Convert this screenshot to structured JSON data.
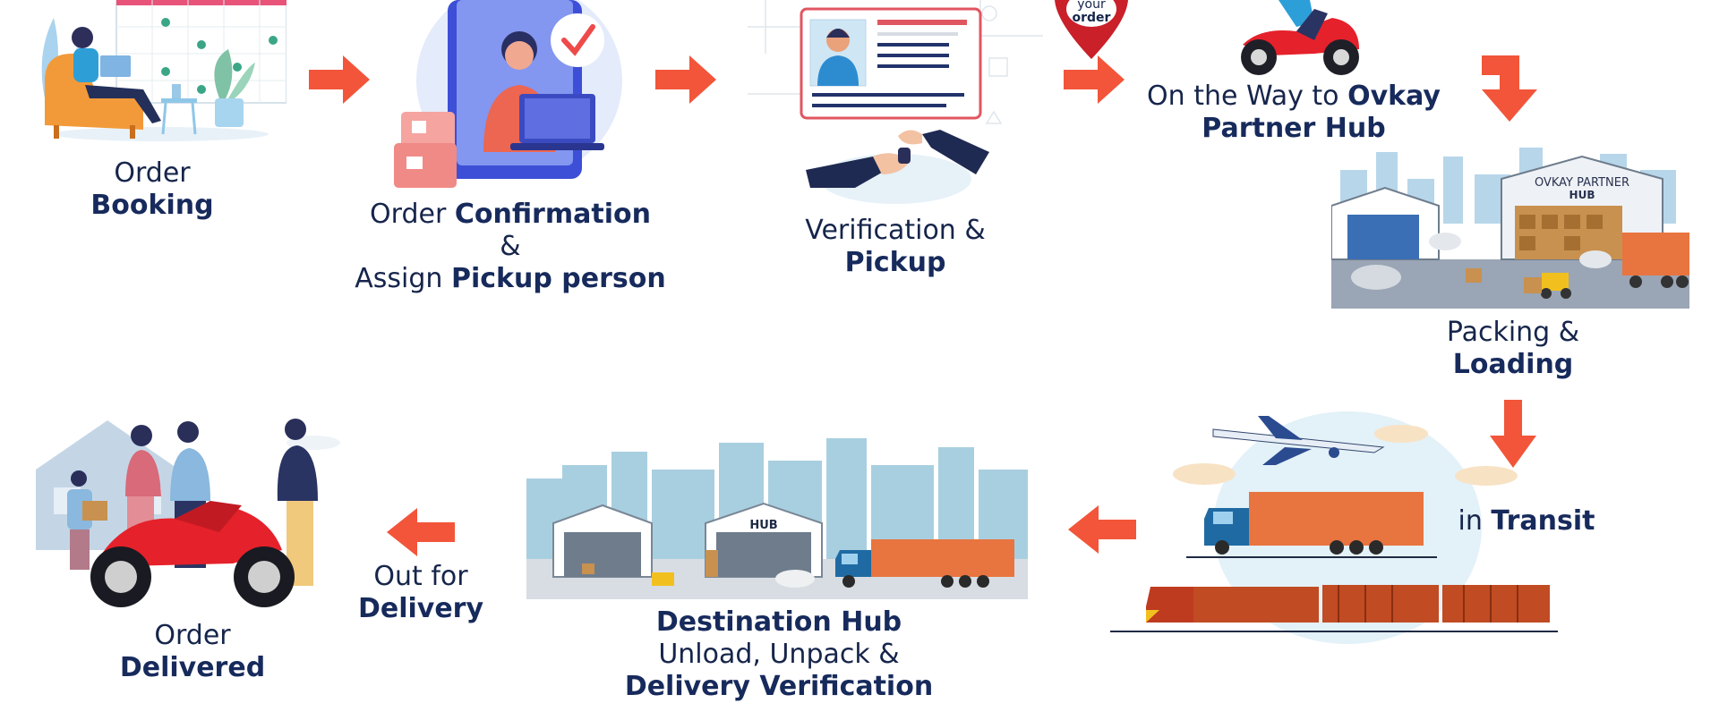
{
  "steps": {
    "booking": {
      "line1": "Order",
      "line1_bold": "Booking"
    },
    "confirmation": {
      "pre": "Order ",
      "bold1": "Confirmation",
      "amp": "&",
      "pre2": "Assign ",
      "bold2": "Pickup person"
    },
    "verification": {
      "pre": "Verification &",
      "bold": "Pickup"
    },
    "on_the_way": {
      "pre": "On the Way to ",
      "bold1": "Ovkay",
      "bold2": "Partner Hub",
      "pin_line1": "your",
      "pin_line2": "order"
    },
    "packing": {
      "pre": "Packing &",
      "bold": "Loading",
      "hub_sign_line1": "OVKAY PARTNER",
      "hub_sign_line2": "HUB"
    },
    "transit": {
      "pre": "in ",
      "bold": "Transit"
    },
    "destination": {
      "bold": "Destination Hub",
      "line2": "Unload, Unpack &",
      "line3_bold": "Delivery Verification",
      "hub_sign": "HUB"
    },
    "out_for_delivery": {
      "pre": "Out for",
      "bold": "Delivery"
    },
    "delivered": {
      "pre": "Order",
      "bold": "Delivered"
    }
  },
  "colors": {
    "navy": "#172a5c",
    "arrow": "#f2553a",
    "truck_cargo": "#e8743f",
    "sky": "#a8cfe0",
    "bike_red": "#e5212b"
  }
}
